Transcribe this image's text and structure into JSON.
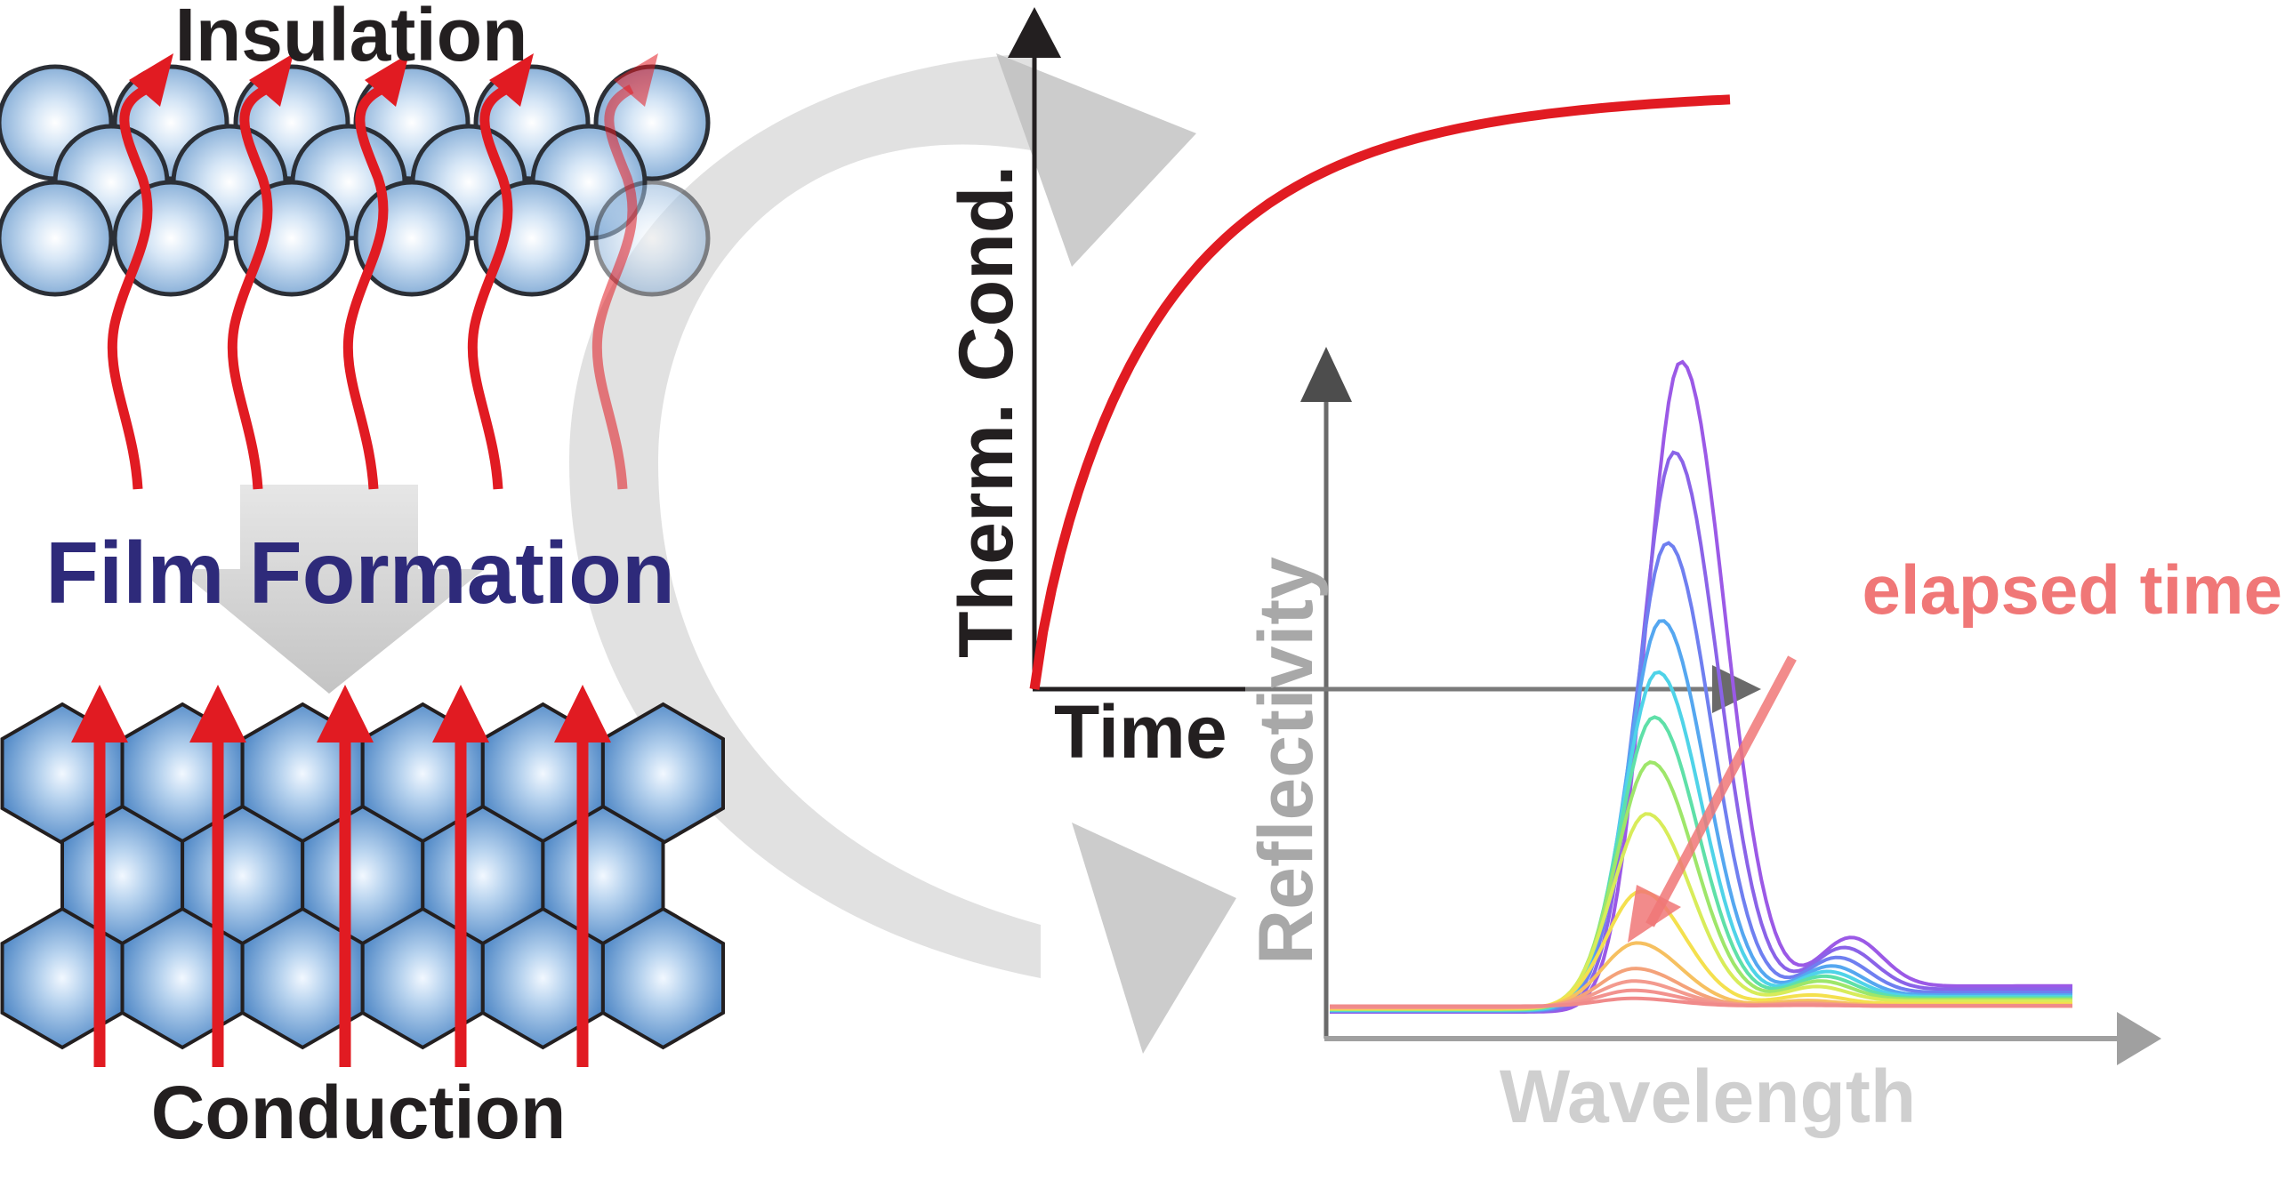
{
  "colors": {
    "red": "#e11b22",
    "dark": "#231f20",
    "navy": "#2e2a7a",
    "sphere_stroke": "#2b2f36",
    "gray_arrow": "#bfbfbf",
    "axis_gray": "#6a6a6a",
    "reflect_label": "#a8a8a8",
    "wavelength_label": "#cfcfcf",
    "elapsed": "#f07777"
  },
  "labels": {
    "insulation": "Insulation",
    "film_formation": "Film Formation",
    "conduction": "Conduction"
  },
  "thermal_plot": {
    "ylabel": "Therm. Cond.",
    "xlabel": "Time"
  },
  "reflect_plot": {
    "ylabel": "Reflectivity",
    "xlabel": "Wavelength",
    "annotation": "elapsed time"
  },
  "spectra_colors": [
    "#9b59e6",
    "#8a63e8",
    "#6f7ff0",
    "#55a7f0",
    "#4fd3e8",
    "#5fe0a8",
    "#9ee66a",
    "#d8ec5a",
    "#f4e04e",
    "#f6c060",
    "#f4a27a",
    "#f39a8e",
    "#f2928e",
    "#f08a8a"
  ],
  "spectra_peaks": [
    1.0,
    0.86,
    0.72,
    0.6,
    0.52,
    0.45,
    0.38,
    0.3,
    0.18,
    0.1,
    0.06,
    0.04,
    0.025,
    0.012
  ]
}
